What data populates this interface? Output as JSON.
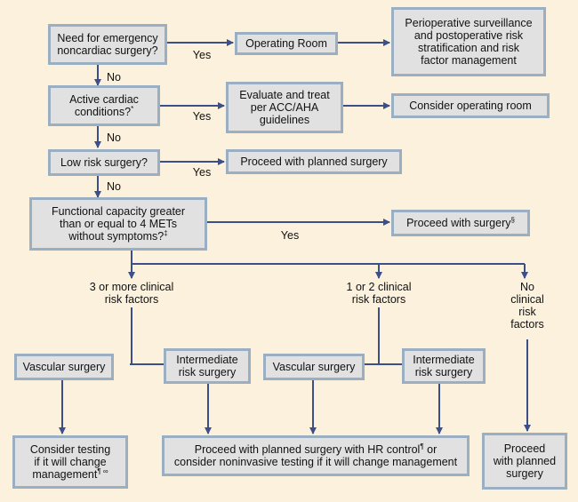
{
  "nodes": {
    "emergency": "Need for emergency\nnoncardiac surgery?",
    "operating_room": "Operating Room",
    "perioperative": "Perioperative surveillance\nand postoperative risk\nstratification and risk\nfactor management",
    "active_cardiac": "Active cardiac\nconditions?",
    "active_cardiac_sup": "*",
    "evaluate": "Evaluate and treat\nper ACC/AHA\nguidelines",
    "consider_or": "Consider operating room",
    "low_risk": "Low risk surgery?",
    "proceed_planned_1": "Proceed with planned surgery",
    "functional_1": "Functional capacity greater\nthan or equal to 4 METs\nwithout symptoms?",
    "functional_sup": "‡",
    "proceed_surgery": "Proceed with surgery",
    "proceed_surgery_sup": "§",
    "vascular_1": "Vascular surgery",
    "intermediate_1": "Intermediate\nrisk surgery",
    "vascular_2": "Vascular surgery",
    "intermediate_2": "Intermediate\nrisk surgery",
    "consider_testing_1": "Consider testing\nif it will change\nmanagement",
    "consider_testing_sup": "¶ ∞",
    "proceed_hr_1": "Proceed with planned surgery with HR control",
    "proceed_hr_sup": "¶",
    "proceed_hr_2": " or",
    "proceed_hr_3": "consider noninvasive testing if it will change management",
    "proceed_planned_2": "Proceed\nwith planned\nsurgery"
  },
  "labels": {
    "yes_1": "Yes",
    "yes_2": "Yes",
    "yes_3": "Yes",
    "yes_4": "Yes",
    "no_1": "No",
    "no_2": "No",
    "no_3": "No",
    "three_or_more": "3 or more clinical\nrisk factors",
    "one_or_two": "1 or 2 clinical\nrisk factors",
    "no_clinical": "No\nclinical\nrisk\nfactors"
  },
  "colors": {
    "background": "#fbf1dc",
    "box_fill": "#e1e1e1",
    "box_border": "#9ab0c2",
    "connector": "#3d4f8a"
  }
}
